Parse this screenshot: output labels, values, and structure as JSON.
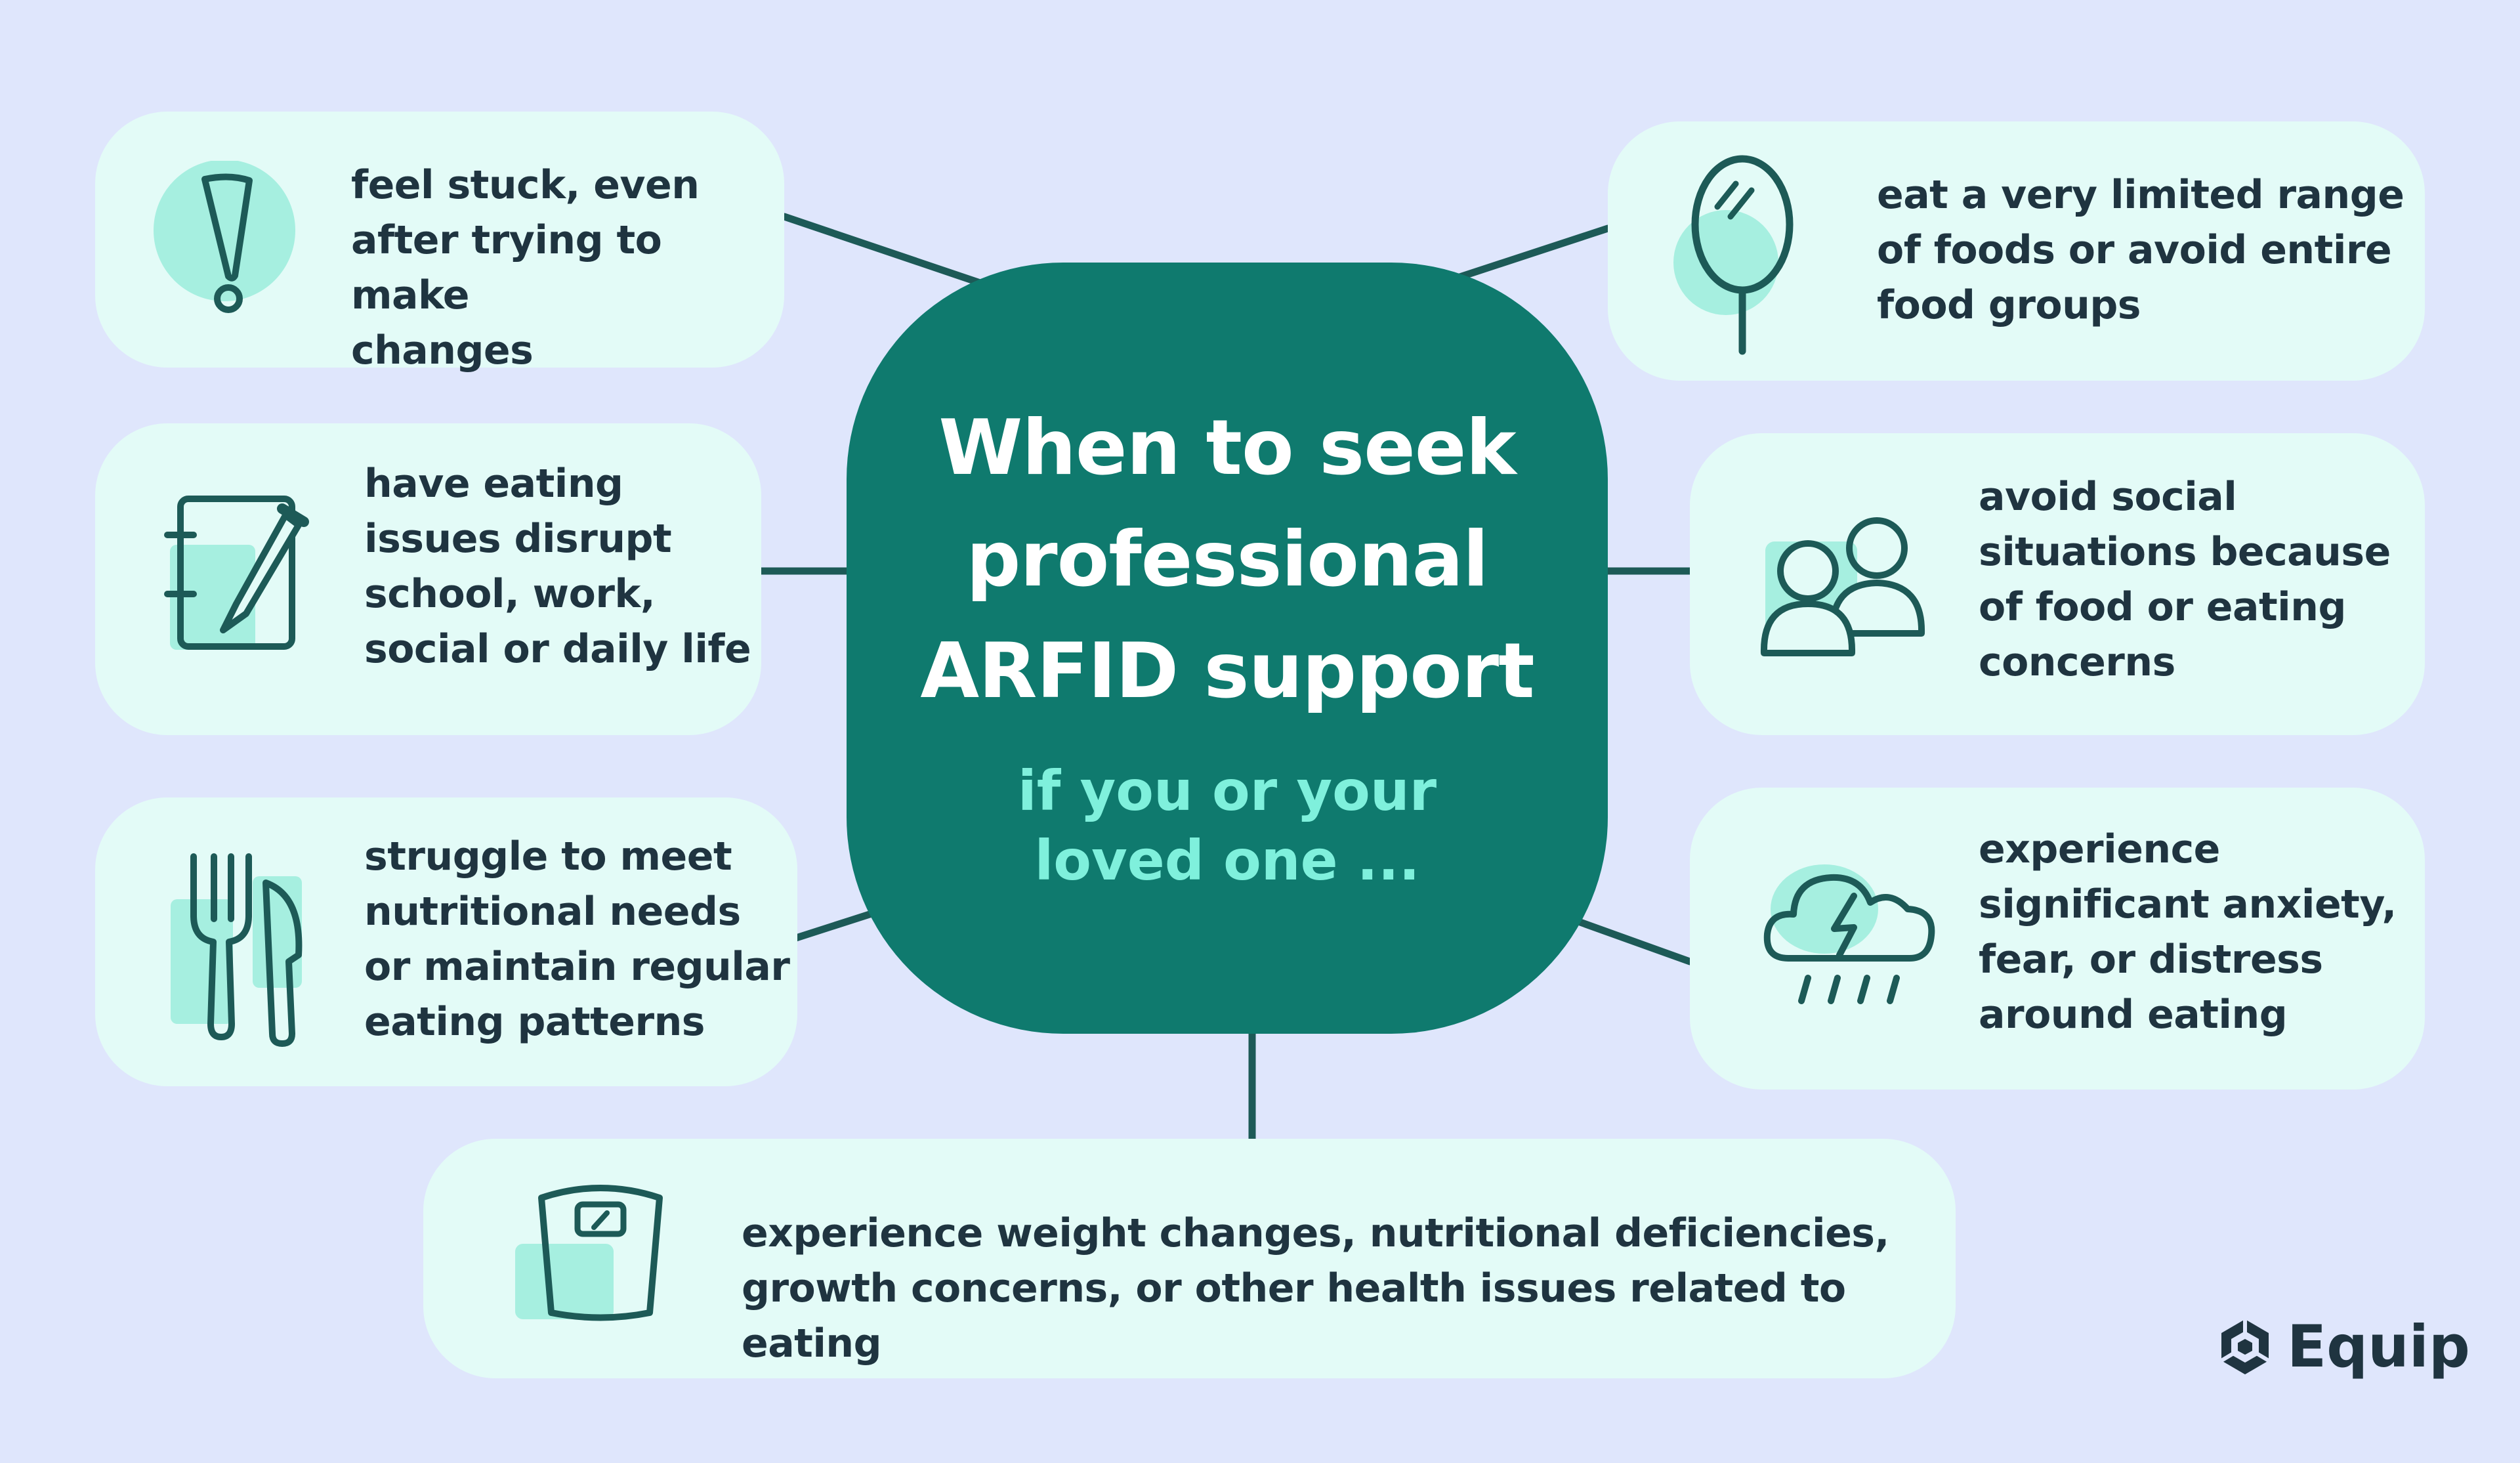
{
  "colors": {
    "background": "#dfe6fc",
    "card": "#e3fbf7",
    "hub": "#0f7a6e",
    "hub_title": "#ffffff",
    "hub_subtitle": "#7ff0dc",
    "text": "#1f3440",
    "icon_stroke": "#1d5a57",
    "icon_fill": "#a6efe0",
    "connector": "#1d5a57"
  },
  "hub": {
    "title": "When to seek\nprofessional\nARFID support",
    "subtitle": "if you or your\nloved one ..."
  },
  "items": [
    {
      "icon": "exclamation-icon",
      "text": "feel stuck, even\nafter trying to make\nchanges"
    },
    {
      "icon": "notebook-pencil-icon",
      "text": "have eating\nissues disrupt\nschool, work,\nsocial or daily life"
    },
    {
      "icon": "fork-knife-icon",
      "text": "struggle to meet\nnutritional needs\nor maintain regular\neating patterns"
    },
    {
      "icon": "hand-mirror-icon",
      "text": "eat a very limited range\nof foods or avoid entire\nfood groups"
    },
    {
      "icon": "two-people-icon",
      "text": "avoid social\nsituations because\nof food or eating\nconcerns"
    },
    {
      "icon": "storm-cloud-icon",
      "text": "experience\nsignificant anxiety,\nfear, or distress\naround eating"
    },
    {
      "icon": "weight-scale-icon",
      "text": "experience weight changes, nutritional deficiencies,\ngrowth concerns, or other health issues related to eating"
    }
  ],
  "brand": {
    "icon": "equip-logo-icon",
    "name": "Equip"
  }
}
